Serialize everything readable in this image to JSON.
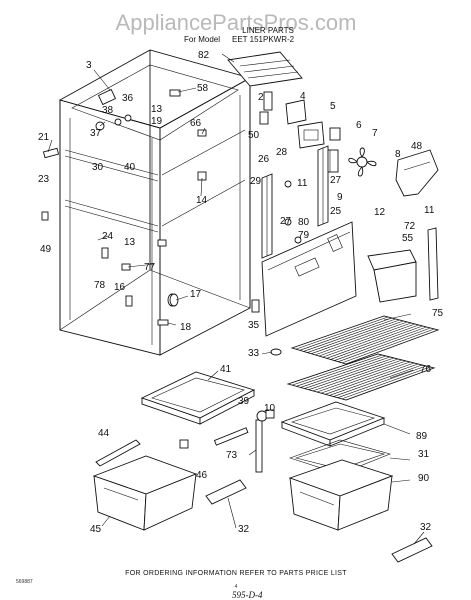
{
  "header": {
    "watermark": "AppliancePartsPros.com",
    "title": "LINER PARTS",
    "model_prefix": "For Model",
    "model": "EET 151PKWR-2"
  },
  "callouts": [
    {
      "id": "c82",
      "text": "82"
    },
    {
      "id": "c3",
      "text": "3"
    },
    {
      "id": "c58",
      "text": "58"
    },
    {
      "id": "c2",
      "text": "2"
    },
    {
      "id": "c4",
      "text": "4"
    },
    {
      "id": "c5",
      "text": "5"
    },
    {
      "id": "c38",
      "text": "38"
    },
    {
      "id": "c36",
      "text": "36"
    },
    {
      "id": "c13a",
      "text": "13"
    },
    {
      "id": "c50",
      "text": "50"
    },
    {
      "id": "c19",
      "text": "19"
    },
    {
      "id": "c66",
      "text": "66"
    },
    {
      "id": "c21",
      "text": "21"
    },
    {
      "id": "c37",
      "text": "37"
    },
    {
      "id": "c6",
      "text": "6"
    },
    {
      "id": "c7",
      "text": "7"
    },
    {
      "id": "c48",
      "text": "48"
    },
    {
      "id": "c8",
      "text": "8"
    },
    {
      "id": "c26",
      "text": "26"
    },
    {
      "id": "c28",
      "text": "28"
    },
    {
      "id": "c30",
      "text": "30"
    },
    {
      "id": "c40",
      "text": "40"
    },
    {
      "id": "c23",
      "text": "23"
    },
    {
      "id": "c29",
      "text": "29"
    },
    {
      "id": "c27a",
      "text": "27"
    },
    {
      "id": "c11a",
      "text": "11"
    },
    {
      "id": "c9",
      "text": "9"
    },
    {
      "id": "c14",
      "text": "14"
    },
    {
      "id": "c25",
      "text": "25"
    },
    {
      "id": "c12",
      "text": "12"
    },
    {
      "id": "c11b",
      "text": "11"
    },
    {
      "id": "c27b",
      "text": "27"
    },
    {
      "id": "c80",
      "text": "80"
    },
    {
      "id": "c24",
      "text": "24"
    },
    {
      "id": "c72",
      "text": "72"
    },
    {
      "id": "c79",
      "text": "79"
    },
    {
      "id": "c49",
      "text": "49"
    },
    {
      "id": "c13b",
      "text": "13"
    },
    {
      "id": "c55",
      "text": "55"
    },
    {
      "id": "c77",
      "text": "77"
    },
    {
      "id": "c78",
      "text": "78"
    },
    {
      "id": "c16",
      "text": "16"
    },
    {
      "id": "c17",
      "text": "17"
    },
    {
      "id": "c75",
      "text": "75"
    },
    {
      "id": "c18",
      "text": "18"
    },
    {
      "id": "c35",
      "text": "35"
    },
    {
      "id": "c33",
      "text": "33"
    },
    {
      "id": "c41",
      "text": "41"
    },
    {
      "id": "c76",
      "text": "76"
    },
    {
      "id": "c39",
      "text": "39"
    },
    {
      "id": "c10",
      "text": "10"
    },
    {
      "id": "c89",
      "text": "89"
    },
    {
      "id": "c44",
      "text": "44"
    },
    {
      "id": "c73",
      "text": "73"
    },
    {
      "id": "c31",
      "text": "31"
    },
    {
      "id": "c46",
      "text": "46"
    },
    {
      "id": "c90",
      "text": "90"
    },
    {
      "id": "c32a",
      "text": "32"
    },
    {
      "id": "c45",
      "text": "45"
    },
    {
      "id": "c32b",
      "text": "32"
    }
  ],
  "footer": {
    "ordering_note": "FOR ORDERING INFORMATION REFER TO PARTS PRICE LIST",
    "page_code": "569887",
    "page_mark": "4",
    "handwritten_ref": "595-D-4"
  }
}
